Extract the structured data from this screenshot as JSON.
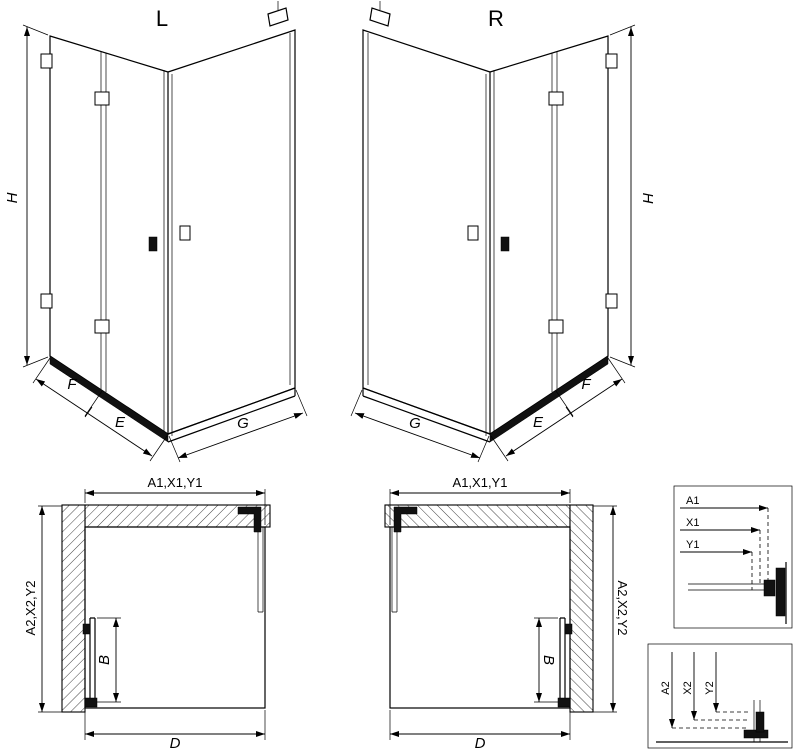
{
  "colors": {
    "line": "#000000",
    "background": "#ffffff",
    "profile_fill": "#111111"
  },
  "iso_left": {
    "title": "L",
    "dim_h": "H",
    "dim_f": "F",
    "dim_e": "E",
    "dim_g": "G"
  },
  "iso_right": {
    "title": "R",
    "dim_h": "H",
    "dim_f": "F",
    "dim_e": "E",
    "dim_g": "G"
  },
  "plan_left": {
    "dim_top": "A1,X1,Y1",
    "dim_side": "A2,X2,Y2",
    "dim_door": "B",
    "dim_width": "D"
  },
  "plan_right": {
    "dim_top": "A1,X1,Y1",
    "dim_side": "A2,X2,Y2",
    "dim_door": "B",
    "dim_width": "D"
  },
  "detail_top": {
    "labels": [
      "A1",
      "X1",
      "Y1"
    ]
  },
  "detail_bottom": {
    "labels": [
      "A2",
      "X2",
      "Y2"
    ]
  }
}
